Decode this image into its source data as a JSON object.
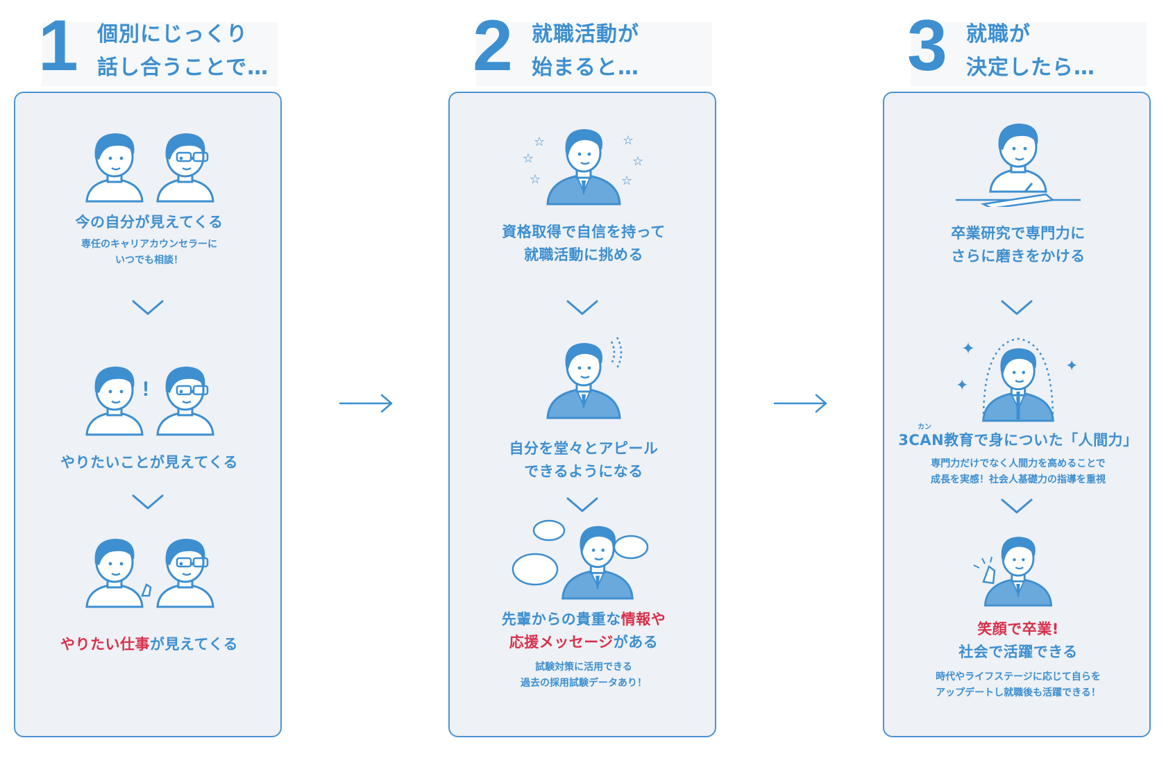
{
  "colors": {
    "accent": "#3d8fd0",
    "highlight": "#d7314b",
    "panel_bg": "#eef1f5",
    "panel_border": "#4a95d3"
  },
  "steps": [
    {
      "number": "1",
      "title_line1": "個別にじっくり",
      "title_line2": "話し合うことで…",
      "items": [
        {
          "caption": "今の自分が見えてくる",
          "sub1": "専任のキャリアカウンセラーに",
          "sub2": "いつでも相談！"
        },
        {
          "caption": "やりたいことが見えてくる"
        },
        {
          "caption_parts": [
            "やりたい",
            "仕事",
            "が見えてくる"
          ]
        }
      ]
    },
    {
      "number": "2",
      "title_line1": "就職活動が",
      "title_line2": "始まると…",
      "items": [
        {
          "caption1": "資格取得で自信を持って",
          "caption2": "就職活動に挑める"
        },
        {
          "caption1": "自分を堂々とアピール",
          "caption2": "できるようになる"
        },
        {
          "caption_parts_1": [
            "先輩からの貴重な",
            "情報や"
          ],
          "caption_parts_2": [
            "応援メッセージ",
            "がある"
          ],
          "sub1": "試験対策に活用できる",
          "sub2": "過去の採用試験データあり！"
        }
      ]
    },
    {
      "number": "3",
      "title_line1": "就職が",
      "title_line2": "決定したら…",
      "items": [
        {
          "caption1": "卒業研究で専門力に",
          "caption2": "さらに磨きをかける"
        },
        {
          "ruby": "カン",
          "caption": "3CAN教育で身についた「人間力」",
          "sub1": "専門力だけでなく人間力を高めることで",
          "sub2": "成長を実感！社会人基礎力の指導を重視"
        },
        {
          "caption1": "笑顔で卒業!",
          "caption2": "社会で活躍できる",
          "sub1": "時代やライフステージに応じて自らを",
          "sub2": "アップデートし就職後も活躍できる！"
        }
      ]
    }
  ]
}
